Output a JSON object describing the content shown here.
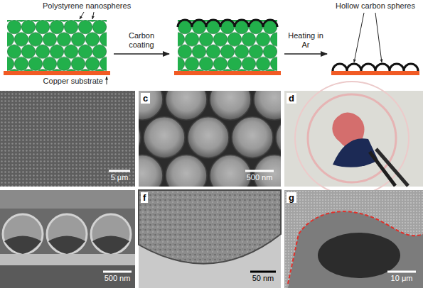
{
  "diagram": {
    "labels": [
      "Polystyrene nanospheres",
      "Copper substrate",
      "Carbon coating",
      "Heating in Ar",
      "Hollow carbon spheres",
      "5 μm",
      "c",
      "500 nm",
      "d",
      "500 nm",
      "f",
      "50 nm",
      "g",
      "10 μm"
    ]
  }
}
